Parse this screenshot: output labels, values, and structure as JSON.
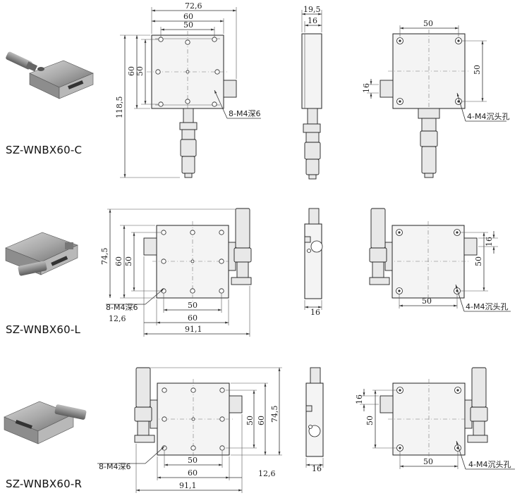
{
  "variants": [
    {
      "model": "SZ-WNBX60-C",
      "dims": {
        "overall_width": "72,6",
        "width": "60",
        "hole_spacing": "50",
        "height": "60",
        "hole_spacing_v": "50",
        "overall_height": "118,5",
        "side_width": "19,5",
        "side_inner": "16",
        "bottom_hole_spacing": "50",
        "bottom_hole_spacing_v": "50",
        "knob_offset": "16"
      },
      "notes": {
        "top_holes": "8-M4深6",
        "bottom_holes": "4-M4沉头孔"
      }
    },
    {
      "model": "SZ-WNBX60-L",
      "dims": {
        "overall_height": "74,5",
        "height": "60",
        "hole_spacing_v": "50",
        "hole_spacing": "50",
        "offset": "12,6",
        "width": "60",
        "overall_width": "91,1",
        "side_width": "16",
        "bottom_hole_spacing": "50",
        "bottom_hole_spacing_v": "50",
        "knob_offset": "16"
      },
      "notes": {
        "top_holes": "8-M4深6",
        "bottom_holes": "4-M4沉头孔"
      }
    },
    {
      "model": "SZ-WNBX60-R",
      "dims": {
        "hole_spacing_v": "50",
        "height": "60",
        "overall_height": "74,5",
        "hole_spacing": "50",
        "width": "60",
        "offset": "12,6",
        "overall_width": "91,1",
        "side_width": "16",
        "knob_offset": "16",
        "bottom_hole_spacing_v": "50",
        "bottom_hole_spacing": "50"
      },
      "notes": {
        "top_holes": "8-M4深6",
        "bottom_holes": "4-M4沉头孔"
      }
    }
  ]
}
